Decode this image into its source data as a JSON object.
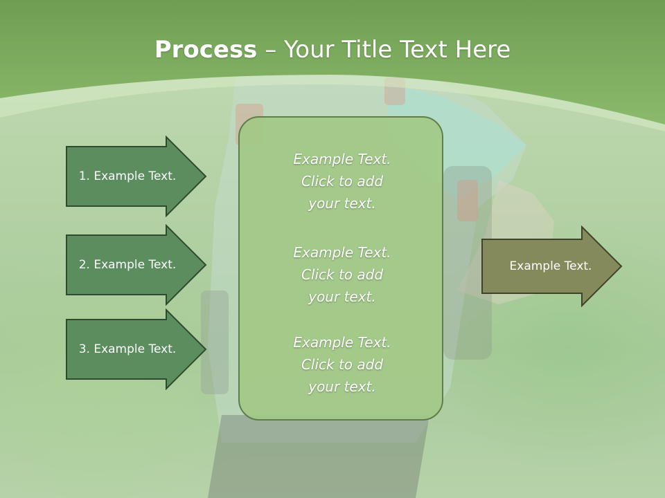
{
  "slide": {
    "title_bold": "Process",
    "title_rest": " – Your Title Text Here",
    "left_steps": [
      {
        "label": "1. Example Text."
      },
      {
        "label": "2. Example Text."
      },
      {
        "label": "3. Example Text."
      }
    ],
    "center_blocks": [
      {
        "line1": "Example Text.",
        "line2": "Click  to add",
        "line3": "your text."
      },
      {
        "line1": "Example Text.",
        "line2": "Click  to add",
        "line3": "your text."
      },
      {
        "line1": "Example Text.",
        "line2": "Click  to add",
        "line3": "your text."
      }
    ],
    "right_arrow": {
      "label": "Example Text."
    }
  },
  "colors": {
    "header_green": "#7fae5f",
    "arrow_green": "#5b8d5e",
    "arrow_border": "#2f4a2f",
    "center_box": "#a2c987",
    "right_arrow_olive": "#848a5b"
  }
}
